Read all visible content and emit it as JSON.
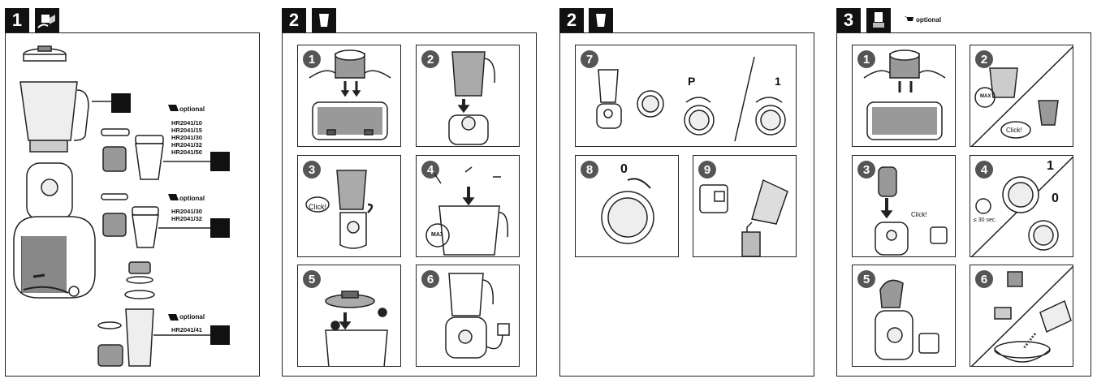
{
  "p1": {
    "number": "1",
    "optional1": "optional",
    "models1": [
      "HR2041/10",
      "HR2041/15",
      "HR2041/30",
      "HR2041/32",
      "HR2041/50"
    ],
    "optional2": "optional",
    "models2": [
      "HR2041/30",
      "HR2041/32"
    ],
    "optional3": "optional",
    "models3": [
      "HR2041/41"
    ]
  },
  "p2": {
    "number": "2",
    "steps": [
      "1",
      "2",
      "3",
      "4",
      "5",
      "6"
    ],
    "click": "Click!",
    "max": "MAX"
  },
  "p3": {
    "number": "2",
    "steps": [
      "7",
      "8",
      "9"
    ],
    "p_label": "P",
    "one": "1",
    "zero": "0"
  },
  "p4": {
    "number": "3",
    "optional": "optional",
    "steps": [
      "1",
      "2",
      "3",
      "4",
      "5",
      "6"
    ],
    "max": "MAX",
    "click": "Click!",
    "one": "1",
    "zero": "0",
    "time": "≤ 30 sec."
  }
}
